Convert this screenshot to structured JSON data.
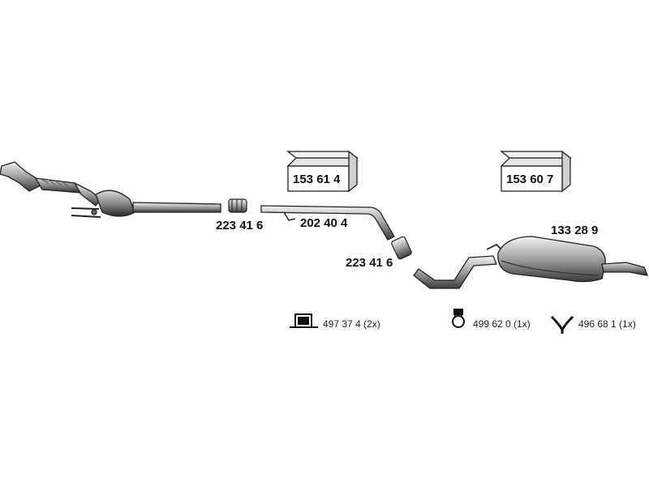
{
  "diagram": {
    "part_labels": {
      "clamp_left": "223 41 6",
      "front_pipe": "202 40 4",
      "clamp_middle": "223 41 6",
      "rear_silencer": "133 28 9"
    },
    "kits": {
      "kit_left": "153 61 4",
      "kit_right": "153 60 7"
    },
    "accessories": {
      "bracket": "497 37 4 (2x)",
      "rubber_mount": "499 62 0 (1x)",
      "hanger": "496 68 1 (1x)"
    }
  }
}
